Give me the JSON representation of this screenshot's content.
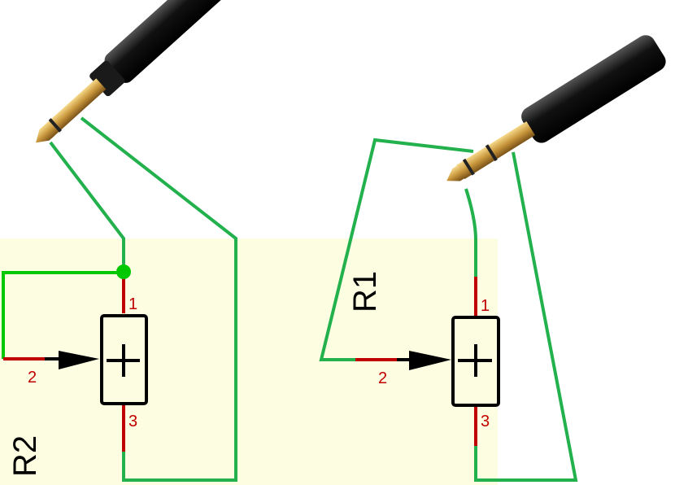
{
  "colors": {
    "sheet": "#fdfde2",
    "wire": "#22b14c",
    "schematic_wire": "#00c800",
    "pin": "#c00000",
    "symbol": "#000000"
  },
  "left": {
    "designator": "R2",
    "pins": {
      "p1": "1",
      "p2": "2",
      "p3": "3"
    },
    "plug": "mono-jack-plug"
  },
  "right": {
    "designator": "R1",
    "pins": {
      "p1": "1",
      "p2": "2",
      "p3": "3"
    },
    "plug": "stereo-jack-plug"
  }
}
